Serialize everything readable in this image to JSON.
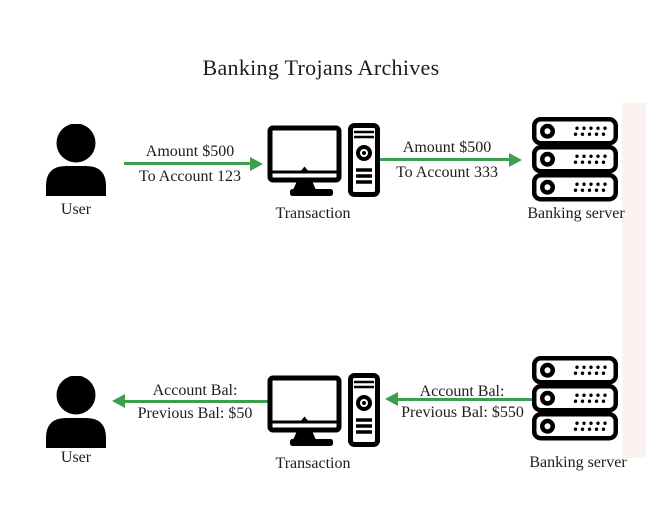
{
  "title": "Banking Trojans Archives",
  "colors": {
    "background": "#ffffff",
    "text": "#1d1d1b",
    "icon": "#000000",
    "arrow": "#3f9d4e",
    "strip": "#faf3ef"
  },
  "icons": {
    "user": "user-silhouette",
    "transaction": "desktop-computer",
    "server": "server-rack",
    "arrow_forward": "right-arrow",
    "arrow_back": "left-arrow"
  },
  "flows": {
    "top": {
      "user_label": "User",
      "transfer_to_transaction": {
        "line1": "Amount $500",
        "line2": "To Account 123",
        "direction": "right"
      },
      "transaction_label": "Transaction",
      "transfer_to_server": {
        "line1": "Amount $500",
        "line2": "To Account 333",
        "direction": "right"
      },
      "server_label": "Banking server"
    },
    "bottom": {
      "user_label": "User",
      "reply_to_user": {
        "line1": "Account Bal:",
        "line2": "Previous Bal: $50",
        "direction": "left"
      },
      "transaction_label": "Transaction",
      "reply_from_server": {
        "line1": "Account Bal:",
        "line2": "Previous Bal: $550",
        "direction": "left"
      },
      "server_label": "Banking server"
    }
  }
}
